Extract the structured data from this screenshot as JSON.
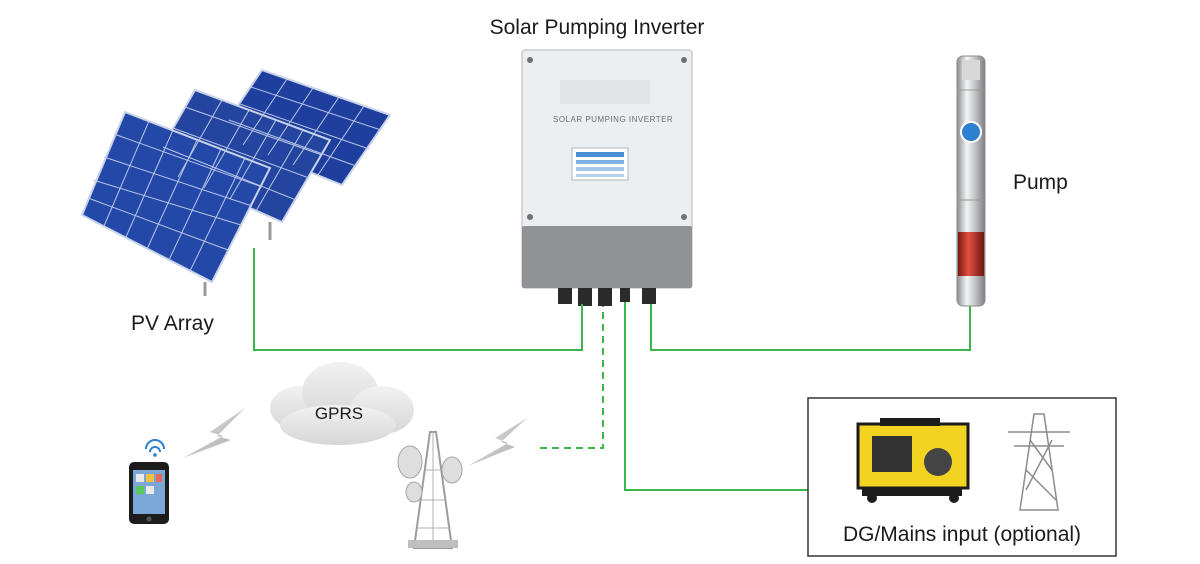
{
  "diagram": {
    "title": "Solar Pumping Inverter",
    "inverter_panel_text": "SOLAR PUMPING INVERTER",
    "labels": {
      "pv_array": "PV Array",
      "pump": "Pump",
      "gprs": "GPRS",
      "dg_mains": "DG/Mains input (optional)"
    },
    "colors": {
      "wire": "#3cb64a",
      "panel_blue": "#1f3f9e",
      "inverter_body": "#eceff1",
      "inverter_bottom": "#8f9396",
      "pump_red": "#c0392b",
      "generator_yellow": "#f2d321",
      "box_border": "#333333"
    },
    "icons": [
      "solar-panel-icon",
      "inverter-icon",
      "pump-icon",
      "cloud-icon",
      "signal-tower-icon",
      "smartphone-icon",
      "wifi-icon",
      "generator-icon",
      "power-pylon-icon",
      "lightning-bolt-icon"
    ]
  }
}
